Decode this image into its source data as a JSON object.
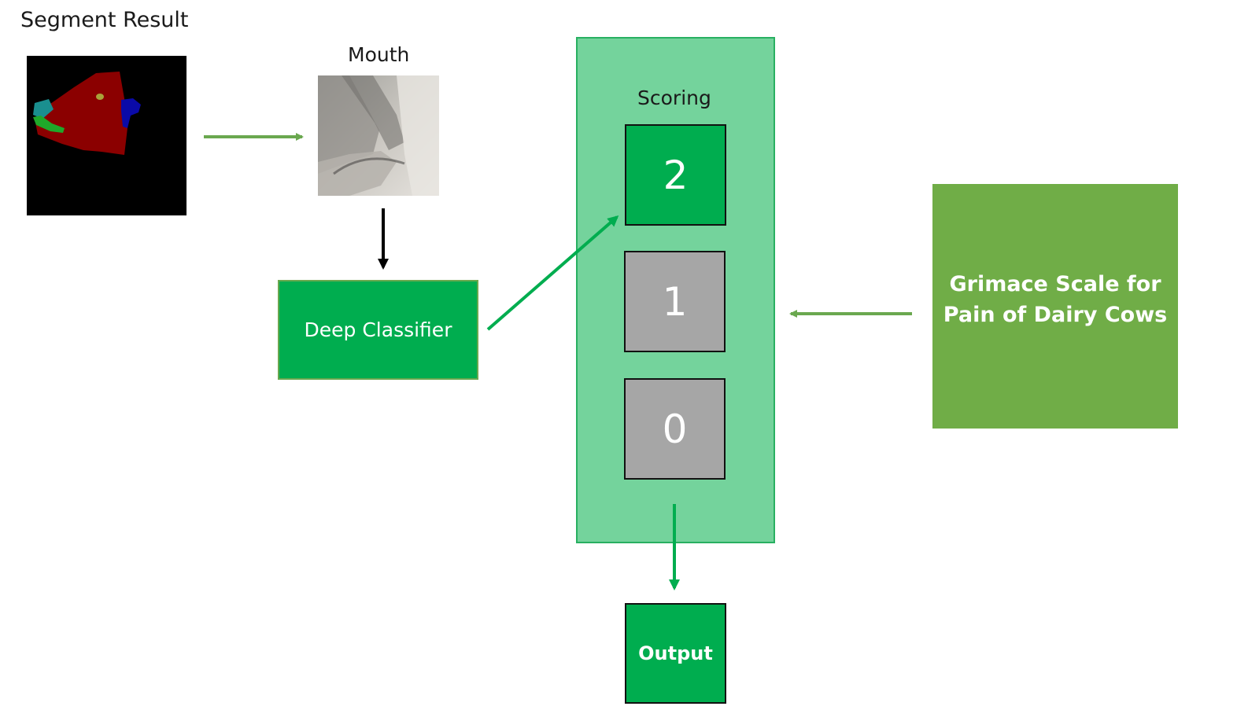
{
  "segment": {
    "title": "Segment Result"
  },
  "mouth": {
    "title": "Mouth"
  },
  "classifier": {
    "label": "Deep Classifier"
  },
  "scoring": {
    "title": "Scoring",
    "scores": [
      "2",
      "1",
      "0"
    ]
  },
  "output": {
    "label": "Output"
  },
  "grimace": {
    "line1": "Grimace Scale for",
    "line2": "Pain of Dairy Cows"
  },
  "colors": {
    "panel_fill": "#74d39c",
    "active_green": "#00ad4f",
    "inactive_gray": "#a6a6a6",
    "grimace_green": "#70ad47",
    "arrow_light_green": "#6aa84f",
    "arrow_green": "#00ad4f",
    "arrow_black": "#000000"
  }
}
